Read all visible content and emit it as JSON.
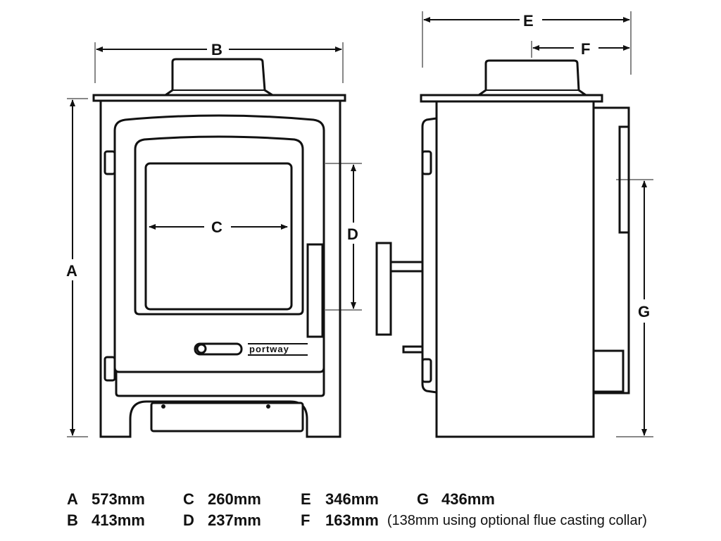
{
  "dimension_labels": {
    "A": "A",
    "B": "B",
    "C": "C",
    "D": "D",
    "E": "E",
    "F": "F",
    "G": "G"
  },
  "brand_logo": "portway",
  "legend": [
    [
      {
        "key": "A",
        "value": "573mm"
      },
      {
        "key": "C",
        "value": "260mm"
      },
      {
        "key": "E",
        "value": "346mm"
      },
      {
        "key": "G",
        "value": "436mm"
      }
    ],
    [
      {
        "key": "B",
        "value": "413mm"
      },
      {
        "key": "D",
        "value": "237mm"
      },
      {
        "key": "F",
        "value": "163mm"
      }
    ]
  ],
  "legend_note": "(138mm using optional flue casting collar)"
}
